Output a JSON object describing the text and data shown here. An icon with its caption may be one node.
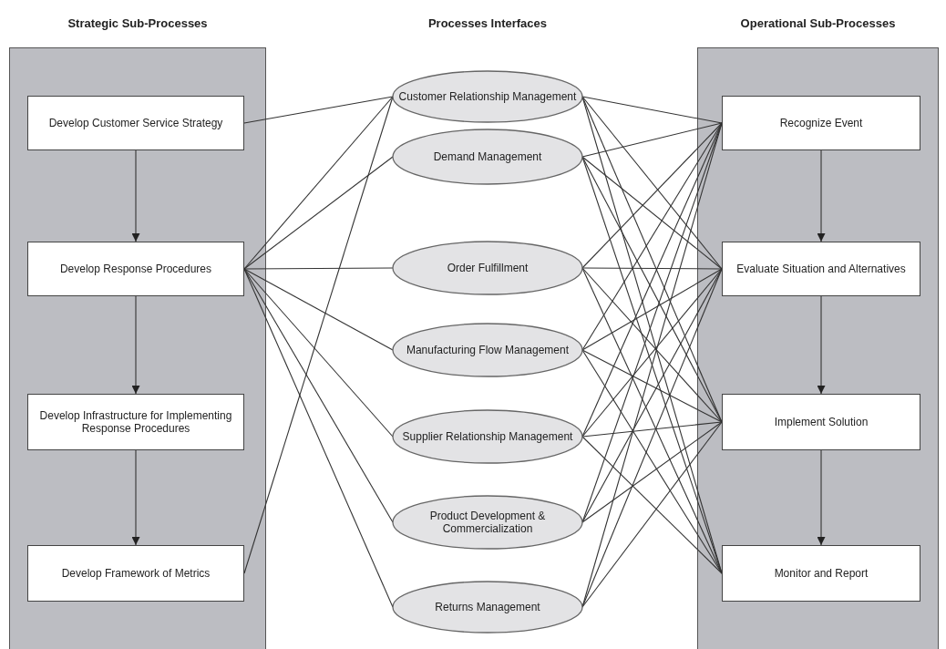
{
  "diagram": {
    "nodes": [
      {
        "text": [
          "Strategic Sub-Processes"
        ]
      },
      {
        "text": [
          "Develop Customer Service Strategy"
        ],
        "in": 0
      },
      {
        "text": [
          "Develop Response Procedures"
        ],
        "in": 0
      },
      {
        "text": [
          "Develop Infrastructure for Implementing Response Procedures"
        ],
        "in": 0
      },
      {
        "text": [
          "Develop Framework of Metrics"
        ],
        "in": 0
      },
      {
        "text": [
          "Customer Relationship Management"
        ]
      },
      {
        "text": [
          "Demand Management"
        ]
      },
      {
        "text": [
          "Order Fulfillment"
        ]
      },
      {
        "text": [
          "Manufacturing Flow Management"
        ]
      },
      {
        "text": [
          "Supplier Relationship Management"
        ]
      },
      {
        "text": [
          "Product Development & Commercialization"
        ]
      },
      {
        "text": [
          "Returns Management"
        ]
      },
      {
        "text": [
          "Operational Sub-Processes"
        ]
      },
      {
        "text": [
          "Recognize Event"
        ],
        "in": 12
      },
      {
        "text": [
          "Evaluate Situation and Alternatives"
        ],
        "in": 12
      },
      {
        "text": [
          "Implement Solution"
        ],
        "in": 12
      },
      {
        "text": [
          "Monitor and Report"
        ],
        "in": 12
      }
    ],
    "edges": [
      {
        "from": 1,
        "to": 2,
        "arrow": "to"
      },
      {
        "from": 2,
        "to": 3,
        "arrow": "to"
      },
      {
        "from": 3,
        "to": 4,
        "arrow": "to"
      },
      {
        "from": 13,
        "to": 14,
        "arrow": "to"
      },
      {
        "from": 14,
        "to": 15,
        "arrow": "to"
      },
      {
        "from": 15,
        "to": 16,
        "arrow": "to"
      },
      {
        "from": 1,
        "to": 5,
        "arrow": "none"
      },
      {
        "from": 2,
        "to": 5,
        "arrow": "none"
      },
      {
        "from": 2,
        "to": 6,
        "arrow": "none"
      },
      {
        "from": 2,
        "to": 7,
        "arrow": "none"
      },
      {
        "from": 2,
        "to": 8,
        "arrow": "none"
      },
      {
        "from": 2,
        "to": 9,
        "arrow": "none"
      },
      {
        "from": 2,
        "to": 10,
        "arrow": "none"
      },
      {
        "from": 2,
        "to": 11,
        "arrow": "none"
      },
      {
        "from": 4,
        "to": 5,
        "arrow": "none"
      },
      {
        "from": 5,
        "to": 13,
        "arrow": "none"
      },
      {
        "from": 5,
        "to": 14,
        "arrow": "none"
      },
      {
        "from": 5,
        "to": 15,
        "arrow": "none"
      },
      {
        "from": 5,
        "to": 16,
        "arrow": "none"
      },
      {
        "from": 6,
        "to": 13,
        "arrow": "none"
      },
      {
        "from": 6,
        "to": 14,
        "arrow": "none"
      },
      {
        "from": 6,
        "to": 15,
        "arrow": "none"
      },
      {
        "from": 6,
        "to": 16,
        "arrow": "none"
      },
      {
        "from": 7,
        "to": 13,
        "arrow": "none"
      },
      {
        "from": 7,
        "to": 14,
        "arrow": "none"
      },
      {
        "from": 7,
        "to": 15,
        "arrow": "none"
      },
      {
        "from": 7,
        "to": 16,
        "arrow": "none"
      },
      {
        "from": 8,
        "to": 13,
        "arrow": "none"
      },
      {
        "from": 8,
        "to": 14,
        "arrow": "none"
      },
      {
        "from": 8,
        "to": 15,
        "arrow": "none"
      },
      {
        "from": 8,
        "to": 16,
        "arrow": "none"
      },
      {
        "from": 9,
        "to": 13,
        "arrow": "none"
      },
      {
        "from": 9,
        "to": 14,
        "arrow": "none"
      },
      {
        "from": 9,
        "to": 15,
        "arrow": "none"
      },
      {
        "from": 9,
        "to": 16,
        "arrow": "none"
      },
      {
        "from": 10,
        "to": 13,
        "arrow": "none"
      },
      {
        "from": 10,
        "to": 14,
        "arrow": "none"
      },
      {
        "from": 10,
        "to": 15,
        "arrow": "none"
      },
      {
        "from": 11,
        "to": 13,
        "arrow": "none"
      },
      {
        "from": 11,
        "to": 14,
        "arrow": "none"
      },
      {
        "from": 11,
        "to": 15,
        "arrow": "none"
      }
    ],
    "labels": [
      "Processes Interfaces"
    ]
  }
}
